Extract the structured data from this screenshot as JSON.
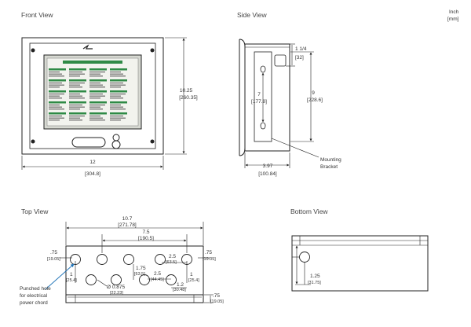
{
  "units": {
    "line1": "Inch",
    "line2": "[mm]"
  },
  "views": {
    "front": {
      "title": "Front View",
      "width_in": "12",
      "width_mm": "[304.8]",
      "height_in": "10.25",
      "height_mm": "[260.35]"
    },
    "side": {
      "title": "Side View",
      "top_in": "1 1/4",
      "top_mm": "[32]",
      "height_in": "9",
      "height_mm": "[228.6]",
      "slot_in": "7",
      "slot_mm": "[177.8]",
      "depth_in": "3.97",
      "depth_mm": "[100.84]",
      "bracket_label_1": "Mounting",
      "bracket_label_2": "Bracket"
    },
    "top": {
      "title": "Top View",
      "overall_in": "10.7",
      "overall_mm": "[271.78]",
      "span_in": "7.5",
      "span_mm": "[190.5]",
      "edge_left_in": ".75",
      "edge_left_mm": "[19.05]",
      "edge_right_in": ".75",
      "edge_right_mm": "[19.05]",
      "pitch_right_in": "2.5",
      "pitch_right_mm": "[63.5]",
      "vert_left_in": "1",
      "vert_left_mm": "[25.4]",
      "vert_mid_in": "1.75",
      "vert_mid_mm": "[63.5]",
      "pitch_mid_in": "2.5",
      "pitch_mid_mm": "[44.45]",
      "vert_right_in": "1",
      "vert_right_mm": "[25.4]",
      "offset_in": "1.2",
      "offset_mm": "[30.48]",
      "dia_in": "Ø 0.875",
      "dia_mm": "[22.23]",
      "bottom_edge_in": ".75",
      "bottom_edge_mm": "[19.05]",
      "note_1": "Punched hole",
      "note_2": "for electrical",
      "note_3": "power chord"
    },
    "bottom": {
      "title": "Bottom View",
      "hole_in": "1.25",
      "hole_mm": "[31.75]"
    }
  }
}
